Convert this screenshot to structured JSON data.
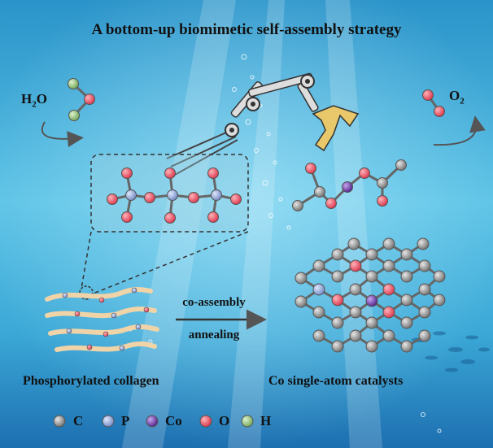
{
  "title": "A bottom-up biomimetic self-assembly strategy",
  "molecules": {
    "h2o_base": "H",
    "h2o_sub": "2",
    "h2o_tail": "O",
    "o2_base": "O",
    "o2_sub": "2"
  },
  "process": {
    "arrow_top": "co-assembly",
    "arrow_bottom": "annealing"
  },
  "labels": {
    "left": "Phosphorylated collagen",
    "right": "Co single-atom catalysts"
  },
  "legend": [
    {
      "label": "C",
      "color": "#8c8c8c"
    },
    {
      "label": "P",
      "color": "#8aa2d6"
    },
    {
      "label": "Co",
      "color": "#6b35a8"
    },
    {
      "label": "O",
      "color": "#e3535f"
    },
    {
      "label": "H",
      "color": "#93c47d"
    }
  ]
}
